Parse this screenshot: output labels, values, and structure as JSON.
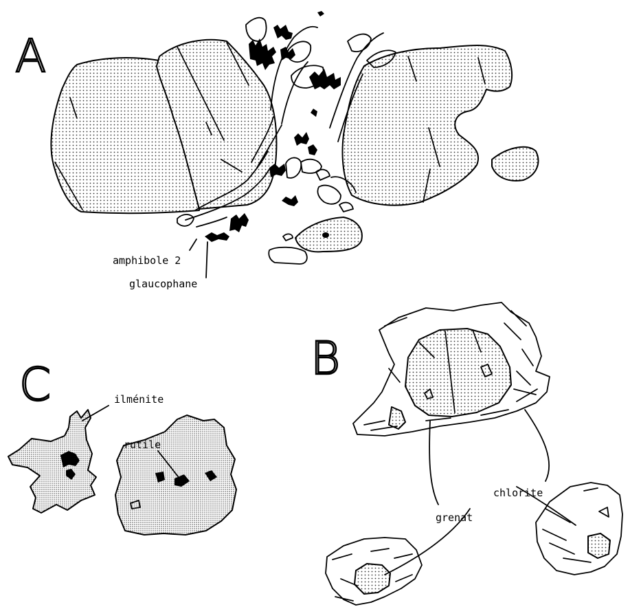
{
  "panels": {
    "a": {
      "letter": "A",
      "labels": {
        "amphibole": "amphibole 2",
        "glaucophane": "glaucophane"
      }
    },
    "b": {
      "letter": "B",
      "labels": {
        "grenat": "grenat",
        "chlorite": "chlorite"
      }
    },
    "c": {
      "letter": "C",
      "labels": {
        "ilmenite": "ilménite",
        "rutile": "rutile"
      }
    }
  },
  "colors": {
    "ink": "#000000",
    "paper": "#ffffff",
    "stipple": "#4a4a4a"
  }
}
